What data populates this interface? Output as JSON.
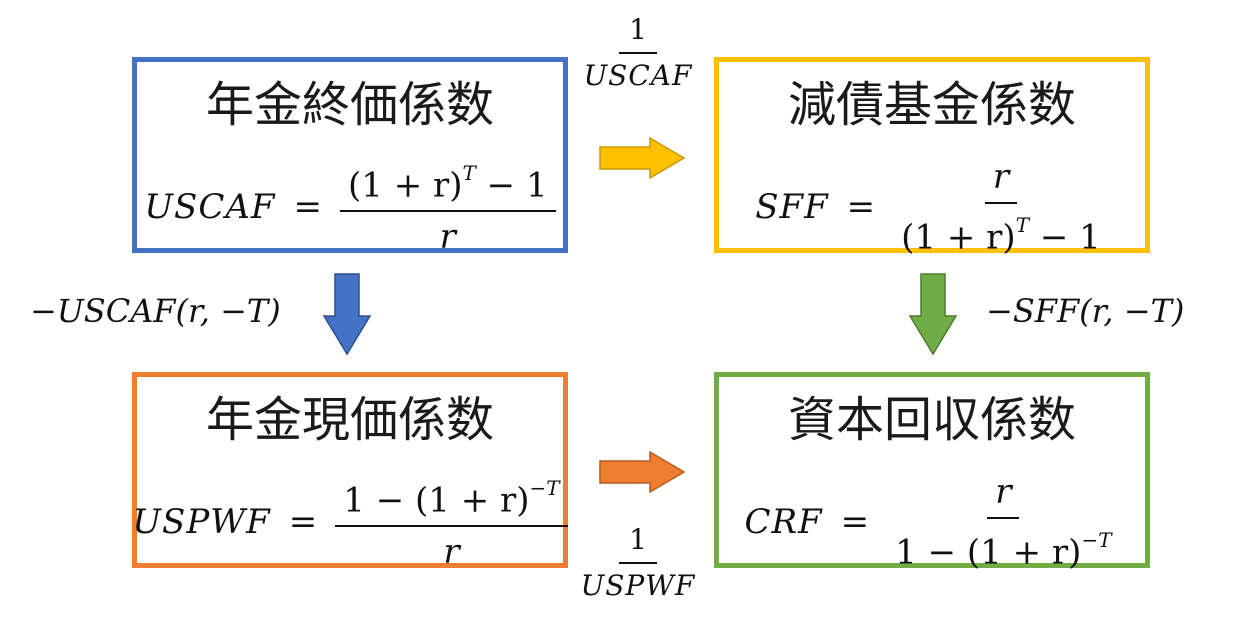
{
  "boxes": {
    "uscaf": {
      "title": "年金終価係数",
      "lhs": "USCAF",
      "num": "(1 + r)",
      "num_sup": "T",
      "num_tail": " − 1",
      "den": "r",
      "color": "#4472C4"
    },
    "sff": {
      "title": "減債基金係数",
      "lhs": "SFF",
      "num": "r",
      "den": "(1 + r)",
      "den_sup": "T",
      "den_tail": " − 1",
      "color": "#FFC000"
    },
    "uspwf": {
      "title": "年金現価係数",
      "lhs": "USPWF",
      "num_head": "1 − ",
      "num": "(1 + r)",
      "num_sup": "−T",
      "den": "r",
      "color": "#ED7D31"
    },
    "crf": {
      "title": "資本回収係数",
      "lhs": "CRF",
      "num": "r",
      "den_head": "1 − ",
      "den": "(1 + r)",
      "den_sup": "−T",
      "color": "#70AD47"
    }
  },
  "arrows": {
    "top": {
      "num": "1",
      "den": "USCAF",
      "color": "#FFC000"
    },
    "bottom": {
      "num": "1",
      "den": "USPWF",
      "color": "#ED7D31"
    },
    "left": {
      "label": "−USCAF(r, −T)",
      "color": "#4472C4"
    },
    "right": {
      "label": "−SFF(r, −T)",
      "color": "#70AD47"
    }
  },
  "eq": "="
}
